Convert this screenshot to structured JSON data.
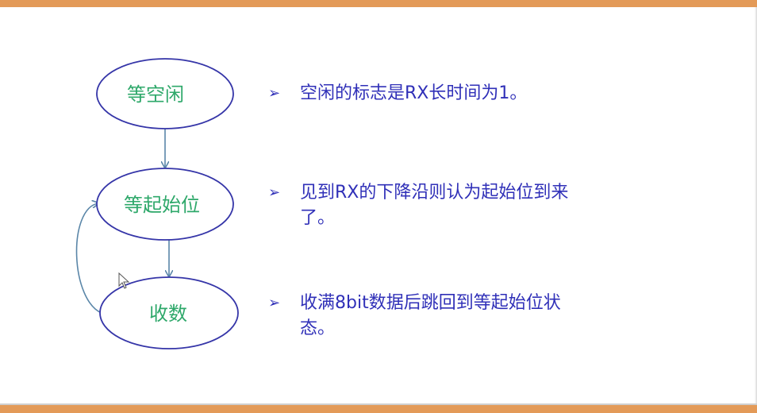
{
  "diagram": {
    "nodes": [
      {
        "id": "idle",
        "label": "等空闲"
      },
      {
        "id": "start",
        "label": "等起始位"
      },
      {
        "id": "receive",
        "label": "收数"
      }
    ],
    "edges": [
      {
        "from": "idle",
        "to": "start"
      },
      {
        "from": "start",
        "to": "receive"
      },
      {
        "from": "receive",
        "to": "start"
      }
    ],
    "colors": {
      "node_border": "#3535a8",
      "node_text": "#2ea86a",
      "arrow": "#5a86a8",
      "note_text": "#3030b8",
      "accent_bar": "#e39a58"
    }
  },
  "notes": [
    {
      "bullet": "➢",
      "text": "空闲的标志是RX长时间为1。"
    },
    {
      "bullet": "➢",
      "text": "见到RX的下降沿则认为起始位到来了。"
    },
    {
      "bullet": "➢",
      "text": "收满8bit数据后跳回到等起始位状态。"
    }
  ]
}
